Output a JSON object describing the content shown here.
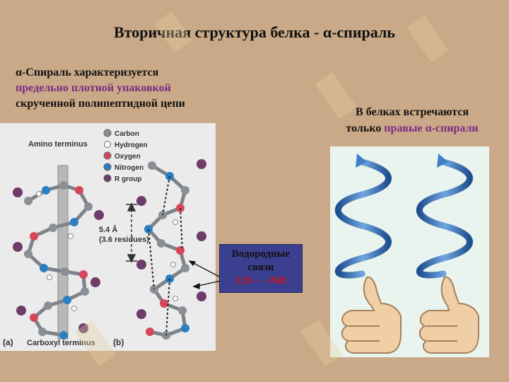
{
  "title": "Вторичная структура белка - α-спираль",
  "description": {
    "line1": "α-Спираль характеризуется",
    "line2": "предельно плотной упаковкой",
    "line3": "скрученной полипептидной цепи"
  },
  "right_note": {
    "line1": "В белках встречаются",
    "line2_plain": "только ",
    "line2_highlight": "правые α-спирали"
  },
  "hbond_box": {
    "line1": "Водородные",
    "line2": "связи",
    "line3": "CO - - -NH"
  },
  "figure": {
    "amino_terminus": "Amino terminus",
    "carboxyl_terminus": "Carboxyl terminus",
    "label_a": "(a)",
    "label_b": "(b)",
    "pitch": "5.4 Å",
    "residues": "(3.6 residues)",
    "legend": [
      {
        "label": "Carbon",
        "color": "#8a8f95"
      },
      {
        "label": "Hydrogen",
        "color": "#ffffff"
      },
      {
        "label": "Oxygen",
        "color": "#d6475a"
      },
      {
        "label": "Nitrogen",
        "color": "#2a7fc2"
      },
      {
        "label": "R group",
        "color": "#6e3b6a"
      }
    ]
  },
  "colors": {
    "background": "#c9a987",
    "accent_purple": "#7b2a86",
    "box_blue": "#3b3f8f",
    "helix_blue": "#3f7fc8"
  }
}
